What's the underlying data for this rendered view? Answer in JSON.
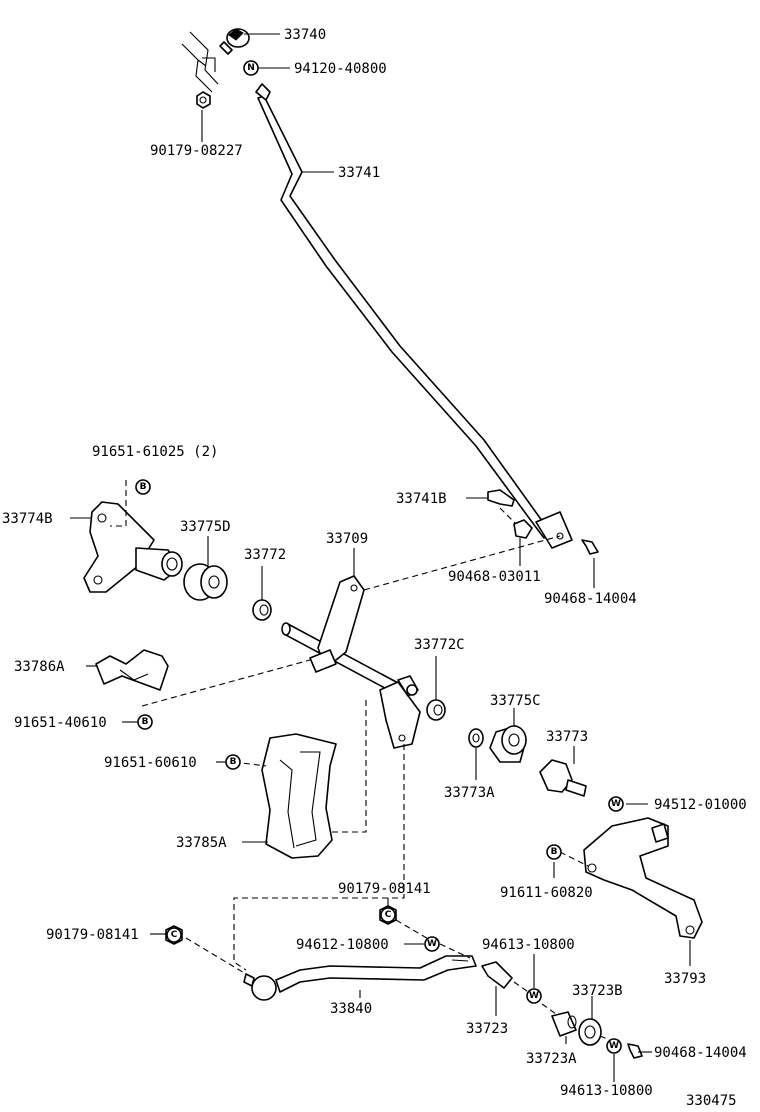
{
  "diagram": {
    "catalog_number": "330475",
    "labels": {
      "p33740": "33740",
      "p94120": "94120-40800",
      "p90179a": "90179-08227",
      "p33741": "33741",
      "p91651a": "91651-61025 (2)",
      "p33774B": "33774B",
      "p33775D": "33775D",
      "p33772": "33772",
      "p33709": "33709",
      "p33741B": "33741B",
      "p90468a": "90468-03011",
      "p90468b": "90468-14004",
      "p33786A": "33786A",
      "p33772C": "33772C",
      "p91651b": "91651-40610",
      "p33775C": "33775C",
      "p33773": "33773",
      "p91651c": "91651-60610",
      "p33773A": "33773A",
      "p94512": "94512-01000",
      "p33785A": "33785A",
      "p91611": "91611-60820",
      "p90179b": "90179-08141",
      "p90179c": "90179-08141",
      "p94612": "94612-10800",
      "p94613a": "94613-10800",
      "p33793": "33793",
      "p33840": "33840",
      "p33723B": "33723B",
      "p33723": "33723",
      "p33723A": "33723A",
      "p90468c": "90468-14004",
      "p94613b": "94613-10800"
    },
    "badges": {
      "n": "N",
      "b": "B",
      "c": "C",
      "w": "W"
    }
  }
}
